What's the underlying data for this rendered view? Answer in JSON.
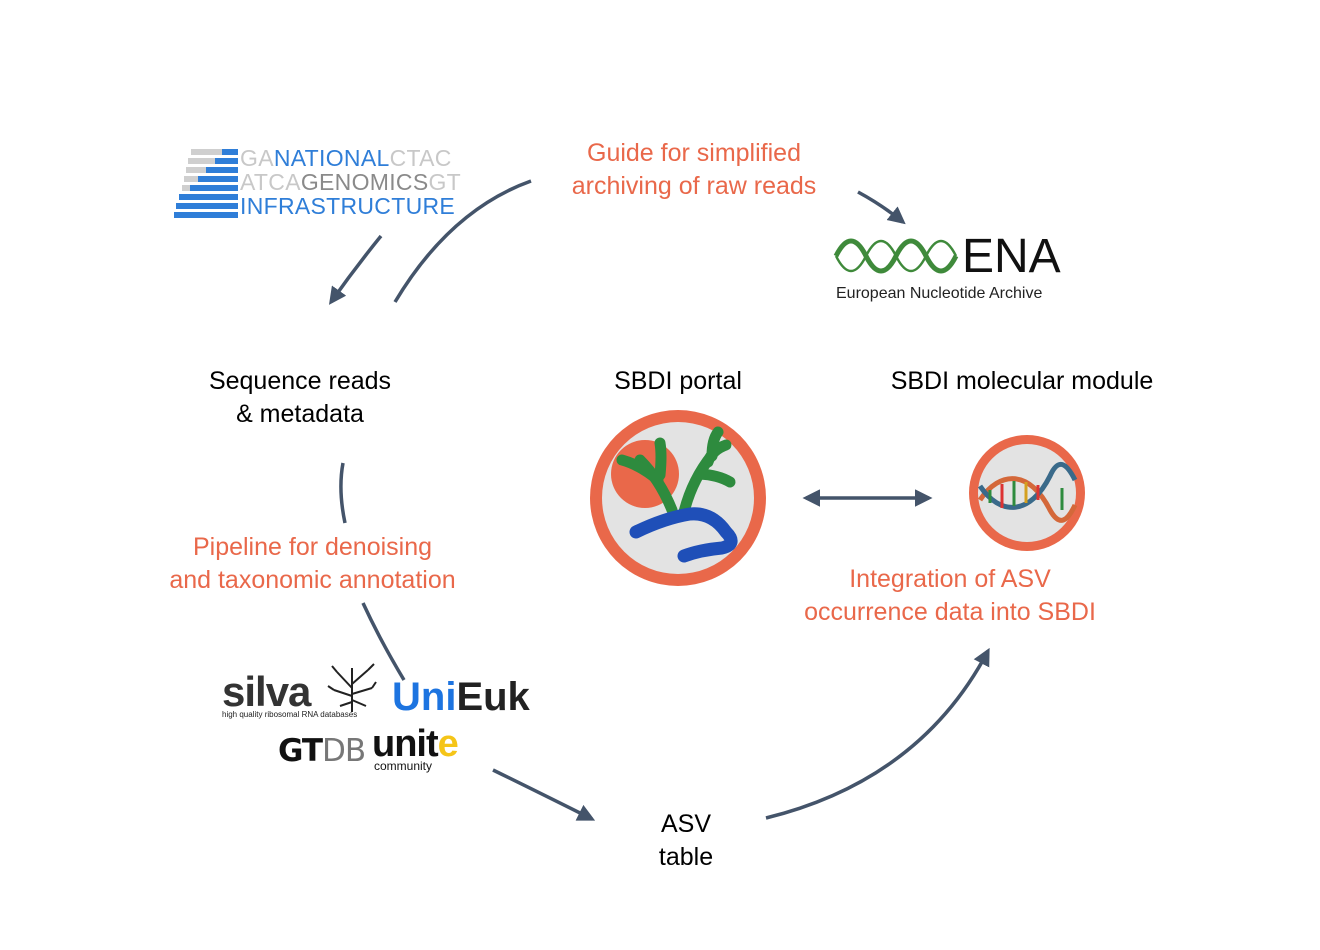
{
  "nodes": {
    "guide": [
      "Guide for simplified",
      "archiving of raw reads"
    ],
    "sequence_reads": [
      "Sequence reads",
      "& metadata"
    ],
    "sbdi_portal": "SBDI portal",
    "molecular_module": "SBDI molecular module",
    "pipeline": [
      "Pipeline for denoising",
      "and taxonomic annotation"
    ],
    "integration": [
      "Integration of ASV",
      "occurrence data into SBDI"
    ],
    "asv_table": [
      "ASV",
      "table"
    ]
  },
  "logos": {
    "ngi": {
      "lines": [
        [
          "GA",
          "NATIONAL",
          "CTAC"
        ],
        [
          "ATCA",
          "GENOMICS",
          "GT"
        ],
        [
          "",
          "INFRASTRUCTURE",
          ""
        ]
      ]
    },
    "ena": {
      "title": "ENA",
      "subtitle": "European Nucleotide Archive"
    },
    "silva": {
      "title": "silva",
      "subtitle": "high quality ribosomal RNA databases"
    },
    "unieuk": {
      "part1": "Uni",
      "part2": "Euk"
    },
    "gtdb": {
      "part1": "GT",
      "part2": "DB"
    },
    "unite": {
      "part1": "unit",
      "part2": "e",
      "subtitle": "community"
    }
  },
  "colors": {
    "accent_orange": "#e9684a",
    "arrow": "#44546a",
    "ngi_blue": "#2f7ed8",
    "portal_grey": "#e3e3e3",
    "tree_green": "#2e8b3e",
    "river_blue": "#1f4fb8",
    "ena_green": "#3f8a3b",
    "unite_yellow": "#f5c518"
  }
}
